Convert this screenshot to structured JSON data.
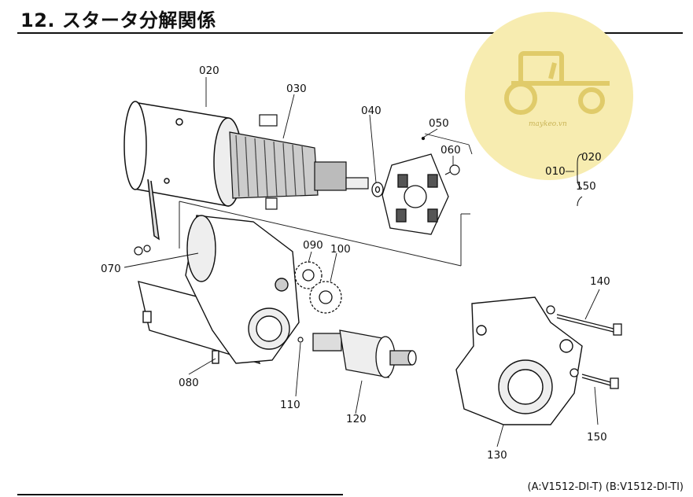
{
  "header": {
    "title": "12. スタータ分解関係"
  },
  "watermark": {
    "text": "maykeo.vn",
    "icon": "tractor-icon",
    "bg_color": "#f7ecb0",
    "fg_color": "#d9c35a"
  },
  "assembly": {
    "main": "010",
    "upper": "020",
    "lower": "150"
  },
  "parts": {
    "p020": "020",
    "p030": "030",
    "p040": "040",
    "p050": "050",
    "p060": "060",
    "p070": "070",
    "p080": "080",
    "p090": "090",
    "p100": "100",
    "p110": "110",
    "p120": "120",
    "p130": "130",
    "p140": "140",
    "p150": "150"
  },
  "footer": {
    "models": "(A:V1512-DI-T) (B:V1512-DI-TI)"
  }
}
